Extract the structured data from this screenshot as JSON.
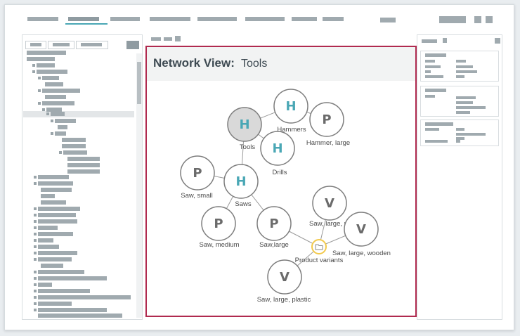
{
  "network_view": {
    "title": "Network View:",
    "subject": "Tools",
    "nodes": [
      {
        "id": "tools",
        "letter": "H",
        "label": "Tools",
        "selected": true
      },
      {
        "id": "hammers",
        "letter": "H",
        "label": "Hammers"
      },
      {
        "id": "hammer-large",
        "letter": "P",
        "label": "Hammer, large"
      },
      {
        "id": "drills",
        "letter": "H",
        "label": "Drills"
      },
      {
        "id": "saws",
        "letter": "H",
        "label": "Saws"
      },
      {
        "id": "saw-small",
        "letter": "P",
        "label": "Saw, small"
      },
      {
        "id": "saw-medium",
        "letter": "P",
        "label": "Saw, medium"
      },
      {
        "id": "saw-large",
        "letter": "P",
        "label": "Saw,large"
      },
      {
        "id": "saw-large-metal",
        "letter": "V",
        "label": "Saw, large, metal"
      },
      {
        "id": "saw-large-wooden",
        "letter": "V",
        "label": "Saw, large, wooden"
      },
      {
        "id": "saw-large-plastic",
        "letter": "V",
        "label": "Saw, large, plastic"
      }
    ],
    "variant_group": {
      "label": "Product variants",
      "icon": "folder-icon"
    },
    "colors": {
      "accent": "#4aa7b5",
      "border": "#b02a4f",
      "product_letter": "#6b6b6b",
      "selected_fill": "#d9d9d9",
      "group_ring": "#f2c94c"
    }
  }
}
